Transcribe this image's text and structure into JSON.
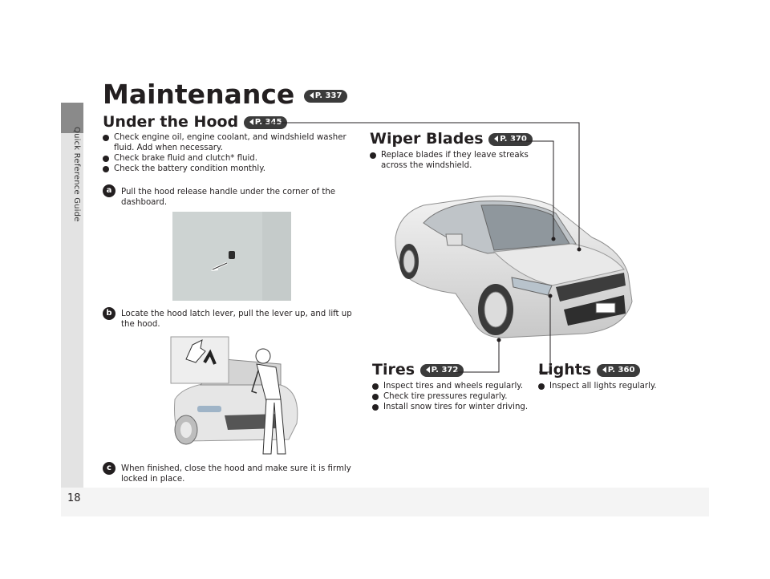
{
  "sidebar": {
    "label": "Quick Reference Guide"
  },
  "page": {
    "number": "18"
  },
  "title": {
    "text": "Maintenance",
    "ref": "P. 337"
  },
  "under_hood": {
    "heading": "Under the Hood",
    "ref": "P. 345",
    "bullets": [
      "Check engine oil, engine coolant, and windshield washer fluid. Add when necessary.",
      "Check brake fluid and clutch* fluid.",
      "Check the battery condition monthly."
    ],
    "steps": [
      {
        "badge": "a",
        "text": "Pull the hood release handle under the corner of the dashboard."
      },
      {
        "badge": "b",
        "text": "Locate the hood latch lever, pull the lever up, and lift up the hood."
      },
      {
        "badge": "c",
        "text": "When finished, close the hood and make sure it is firmly locked in place."
      }
    ]
  },
  "wiper": {
    "heading": "Wiper Blades",
    "ref": "P. 370",
    "bullets": [
      "Replace blades if they leave streaks across the windshield."
    ]
  },
  "tires": {
    "heading": "Tires",
    "ref": "P. 372",
    "bullets": [
      "Inspect tires and wheels regularly.",
      "Check tire pressures regularly.",
      "Install snow tires for winter driving."
    ]
  },
  "lights": {
    "heading": "Lights",
    "ref": "P. 360",
    "bullets": [
      "Inspect all lights regularly."
    ]
  },
  "colors": {
    "text": "#231f20",
    "ref_badge": "#3b3b3b",
    "band": "#f4f4f4",
    "tab": "#8a8a8a"
  }
}
